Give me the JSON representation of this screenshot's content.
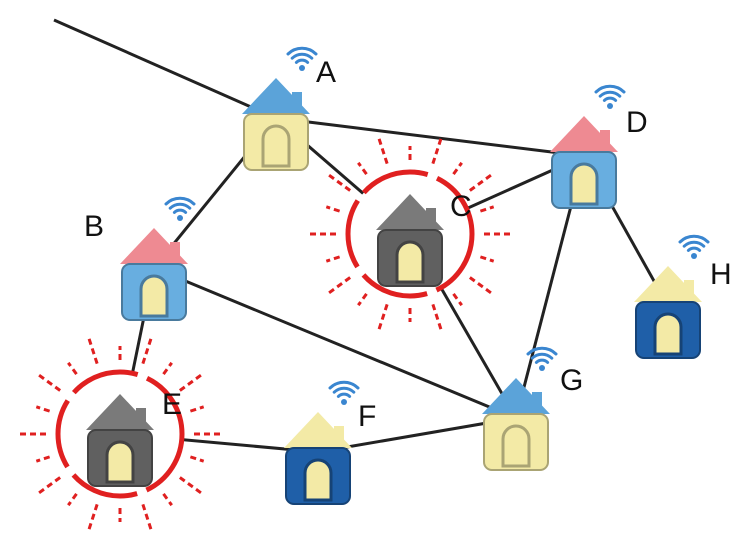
{
  "nodes": [
    {
      "id": "A",
      "label": "A",
      "roof": "#5ba3d9",
      "body": "#f3eaa6",
      "door": "#f3eaa6",
      "wifi": true,
      "alarm": false
    },
    {
      "id": "B",
      "label": "B",
      "roof": "#ee8a92",
      "body": "#68aee0",
      "door": "#f3eaa6",
      "wifi": true,
      "alarm": false
    },
    {
      "id": "C",
      "label": "C",
      "roof": "#7a7a7a",
      "body": "#606060",
      "door": "#f3eaa6",
      "wifi": false,
      "alarm": true
    },
    {
      "id": "D",
      "label": "D",
      "roof": "#ee8a92",
      "body": "#68aee0",
      "door": "#f3eaa6",
      "wifi": true,
      "alarm": false
    },
    {
      "id": "E",
      "label": "E",
      "roof": "#7a7a7a",
      "body": "#606060",
      "door": "#f3eaa6",
      "wifi": false,
      "alarm": true
    },
    {
      "id": "F",
      "label": "F",
      "roof": "#f3eaa6",
      "body": "#1f5fa8",
      "door": "#f3eaa6",
      "wifi": true,
      "alarm": false
    },
    {
      "id": "G",
      "label": "G",
      "roof": "#5ba3d9",
      "body": "#f3eaa6",
      "door": "#f3eaa6",
      "wifi": true,
      "alarm": false
    },
    {
      "id": "H",
      "label": "H",
      "roof": "#f3eaa6",
      "body": "#1f5fa8",
      "door": "#f3eaa6",
      "wifi": true,
      "alarm": false
    }
  ],
  "edges": [
    [
      "A",
      "B"
    ],
    [
      "A",
      "C"
    ],
    [
      "A",
      "D"
    ],
    [
      "C",
      "D"
    ],
    [
      "C",
      "G"
    ],
    [
      "D",
      "G"
    ],
    [
      "D",
      "H"
    ],
    [
      "B",
      "E"
    ],
    [
      "B",
      "G"
    ],
    [
      "E",
      "F"
    ],
    [
      "F",
      "G"
    ]
  ],
  "colors": {
    "line": "#222222",
    "alarm": "#e02020",
    "wifi": "#3a86d0"
  }
}
